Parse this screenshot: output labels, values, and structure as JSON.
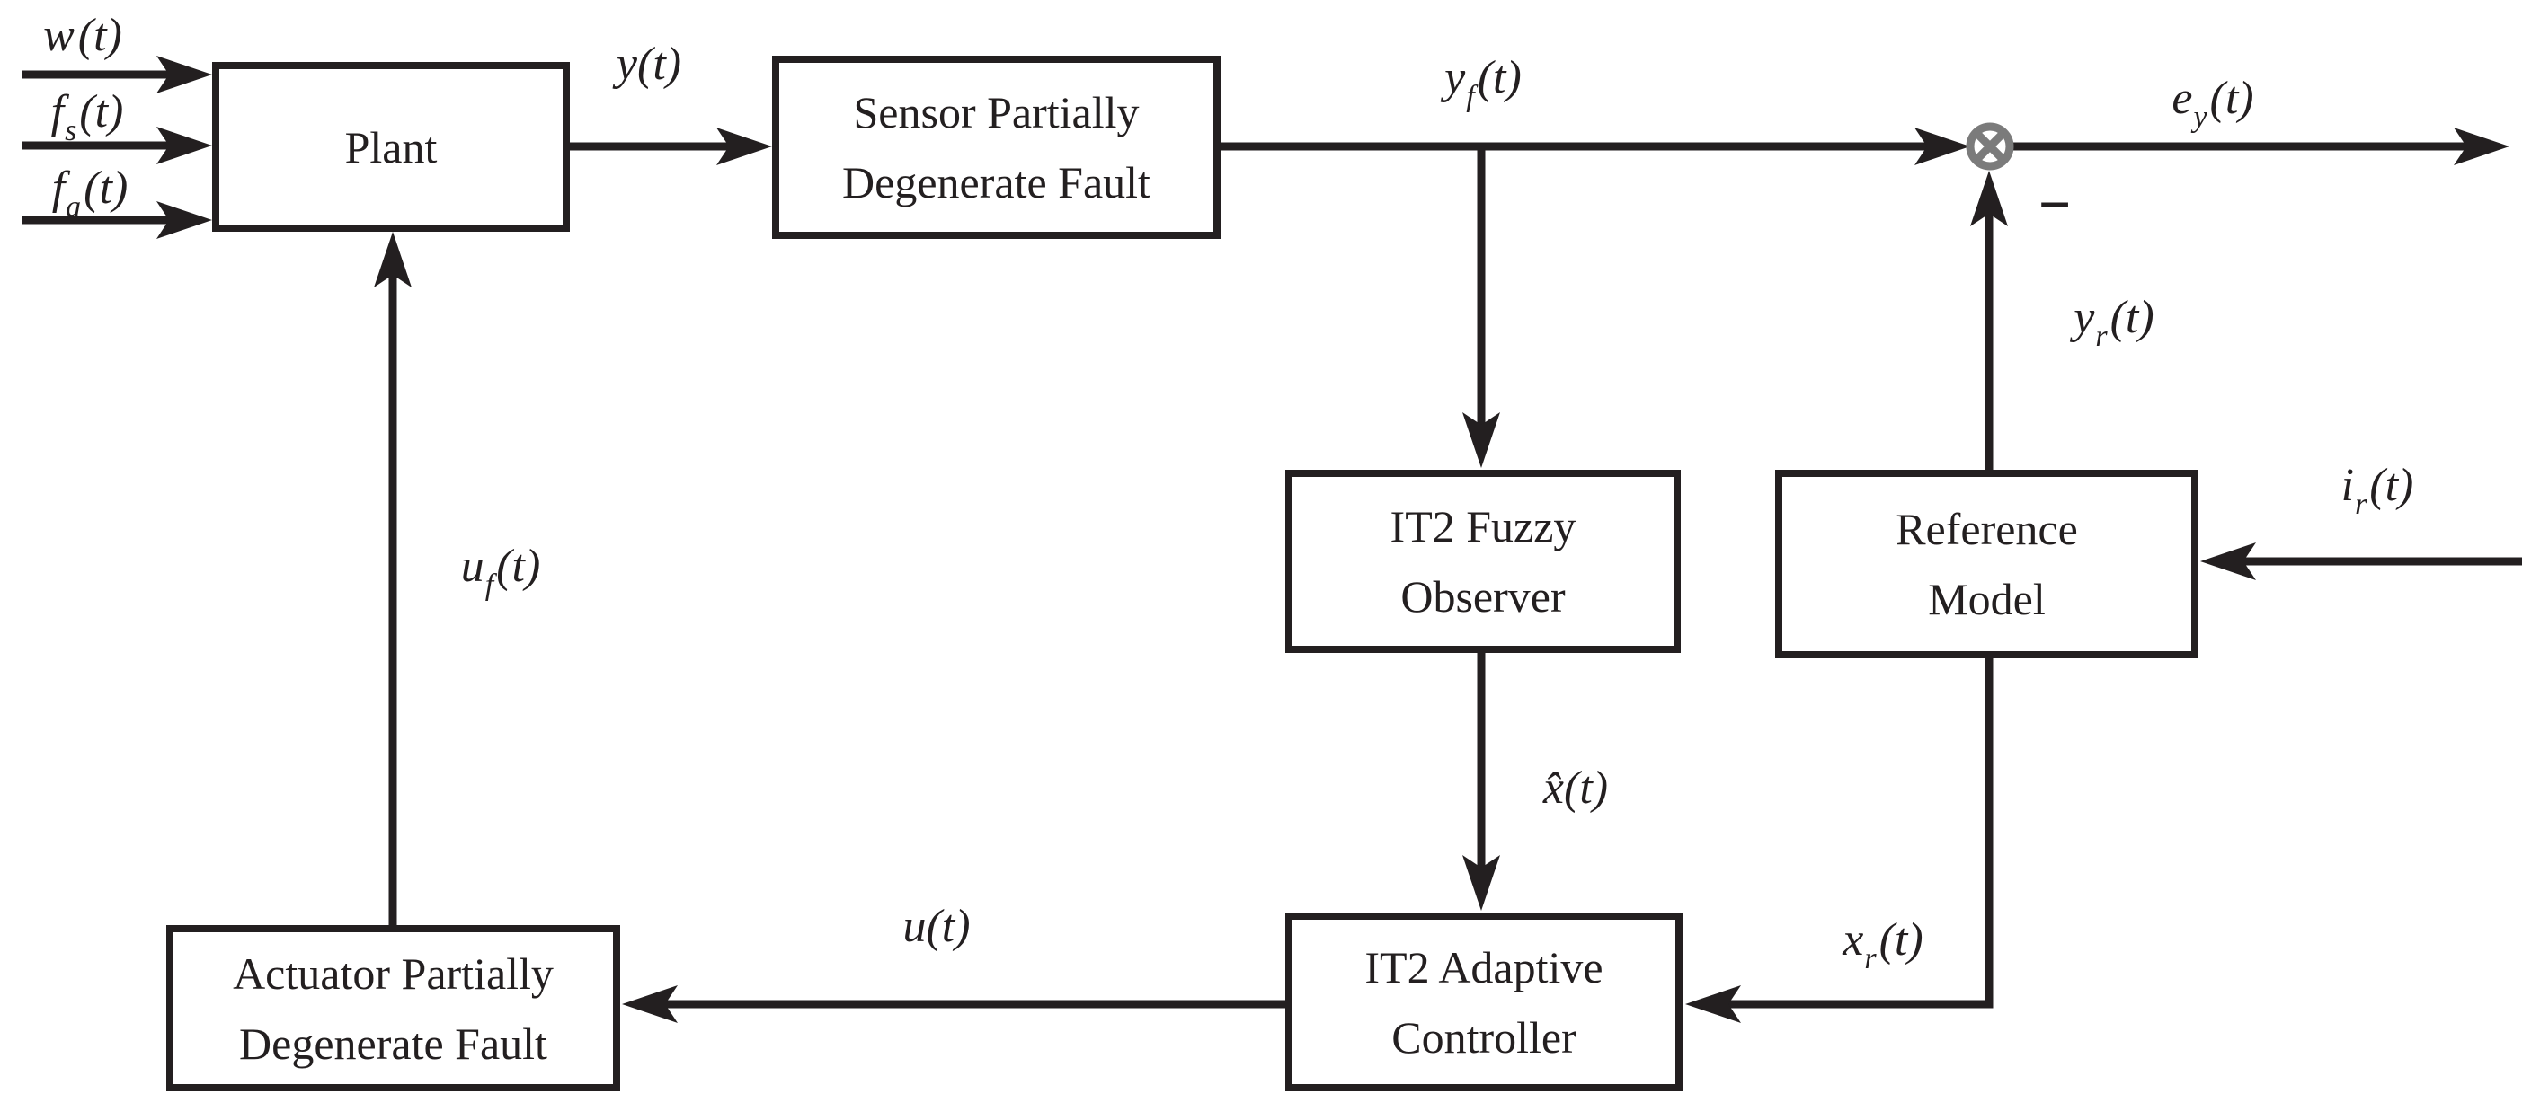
{
  "figure_type": "control-system-block-diagram",
  "colors": {
    "line": "#231f20",
    "junction_gray": "#7b7b7b",
    "background": "#ffffff"
  },
  "blocks": {
    "plant": {
      "line1": "Plant",
      "line2": ""
    },
    "sensor_fault": {
      "line1": "Sensor Partially",
      "line2": "Degenerate Fault"
    },
    "observer": {
      "line1": "IT2 Fuzzy",
      "line2": "Observer"
    },
    "reference_model": {
      "line1": "Reference",
      "line2": "Model"
    },
    "controller": {
      "line1": "IT2 Adaptive",
      "line2": "Controller"
    },
    "actuator_fault": {
      "line1": "Actuator Partially",
      "line2": "Degenerate Fault"
    }
  },
  "labels": {
    "w": {
      "main": "w",
      "sub": "",
      "post": "(t)"
    },
    "fs": {
      "main": "f",
      "sub": "s",
      "post": "(t)"
    },
    "fa": {
      "main": "f",
      "sub": "a",
      "post": "(t)"
    },
    "y": {
      "main": "y",
      "sub": "",
      "post": "(t)"
    },
    "yf": {
      "main": "y",
      "sub": "f",
      "post": "(t)"
    },
    "ey": {
      "main": "e",
      "sub": "y",
      "post": "(t)"
    },
    "minus": {
      "main": "−",
      "sub": "",
      "post": ""
    },
    "yr": {
      "main": "y",
      "sub": "r",
      "post": "(t)"
    },
    "ir": {
      "main": "i",
      "sub": "r",
      "post": "(t)"
    },
    "xhat": {
      "main": "x̂",
      "sub": "",
      "post": "(t)"
    },
    "u": {
      "main": "u",
      "sub": "",
      "post": "(t)"
    },
    "xr": {
      "main": "x",
      "sub": "r",
      "post": "(t)"
    },
    "uf": {
      "main": "u",
      "sub": "f",
      "post": "(t)"
    }
  }
}
